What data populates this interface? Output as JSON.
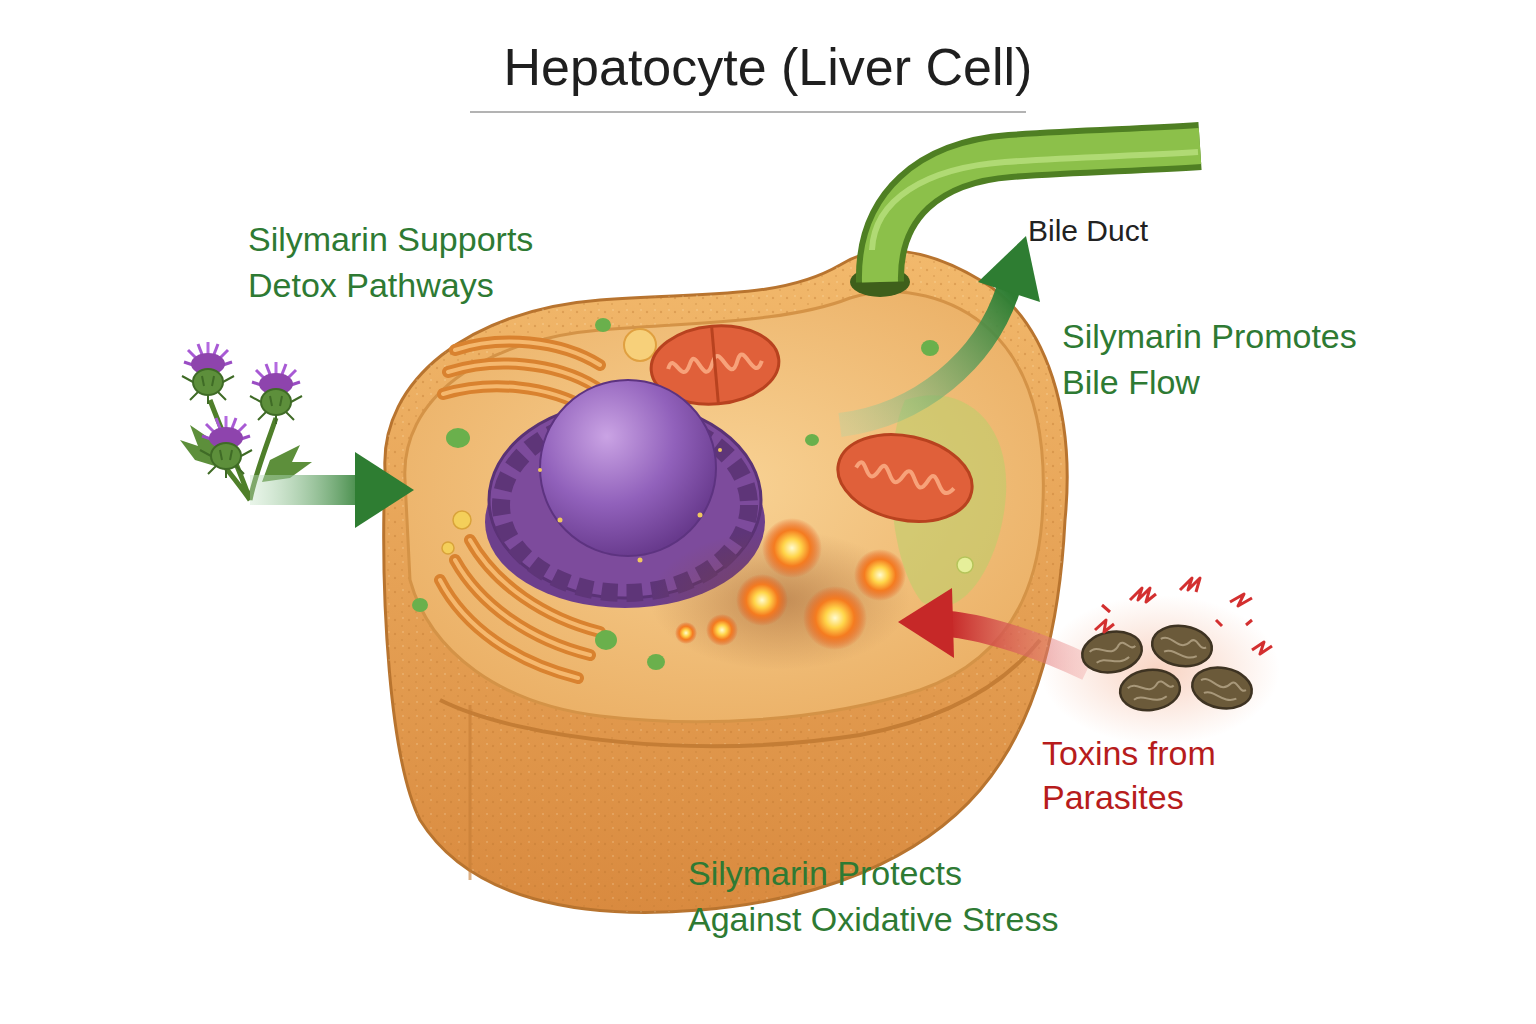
{
  "diagram": {
    "title": "Hepatocyte (Liver Cell)",
    "nodes": [
      {
        "text": [
          "Bile Duct"
        ]
      },
      {
        "text": [
          "Toxins from Parasites"
        ]
      }
    ],
    "labels": [
      "Silymarin Supports Detox Pathways",
      "Silymarin Promotes Bile Flow",
      "Silymarin Protects Against Oxidative Stress"
    ]
  }
}
